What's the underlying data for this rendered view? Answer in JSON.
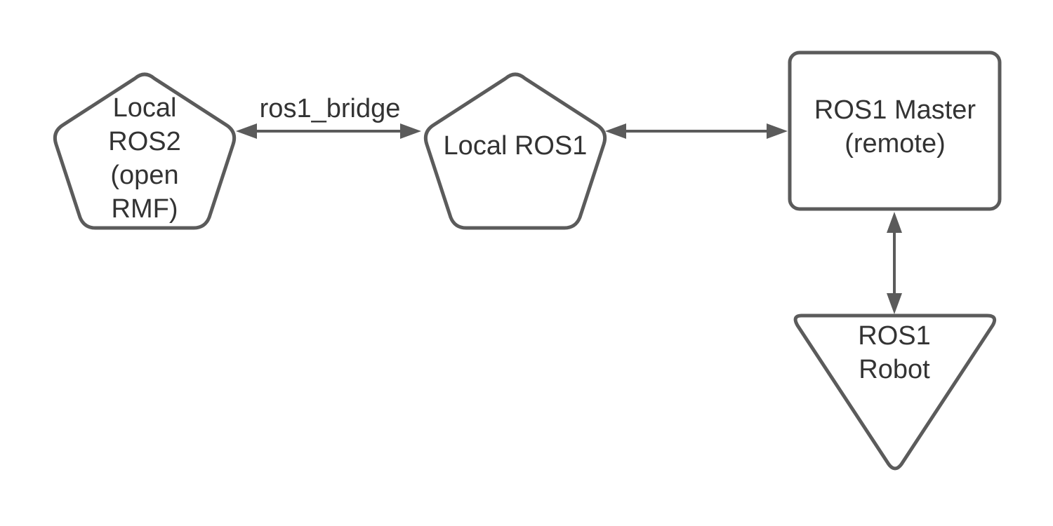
{
  "nodes": {
    "local_ros2": {
      "shape": "pentagon",
      "lines": [
        "Local",
        "ROS2",
        "(open",
        "RMF)"
      ]
    },
    "local_ros1": {
      "shape": "pentagon",
      "lines": [
        "Local ROS1"
      ]
    },
    "ros1_master": {
      "shape": "rounded-rectangle",
      "lines": [
        "ROS1 Master",
        "(remote)"
      ]
    },
    "ros1_robot": {
      "shape": "inverted-triangle",
      "lines": [
        "ROS1",
        "Robot"
      ]
    }
  },
  "edges": [
    {
      "from": "local_ros2",
      "to": "local_ros1",
      "label": "ros1_bridge",
      "direction": "bidirectional"
    },
    {
      "from": "local_ros1",
      "to": "ros1_master",
      "label": "",
      "direction": "bidirectional"
    },
    {
      "from": "ros1_master",
      "to": "ros1_robot",
      "label": "",
      "direction": "bidirectional"
    }
  ],
  "colors": {
    "stroke": "#5b5b5b",
    "text": "#333333",
    "background": "#ffffff"
  }
}
